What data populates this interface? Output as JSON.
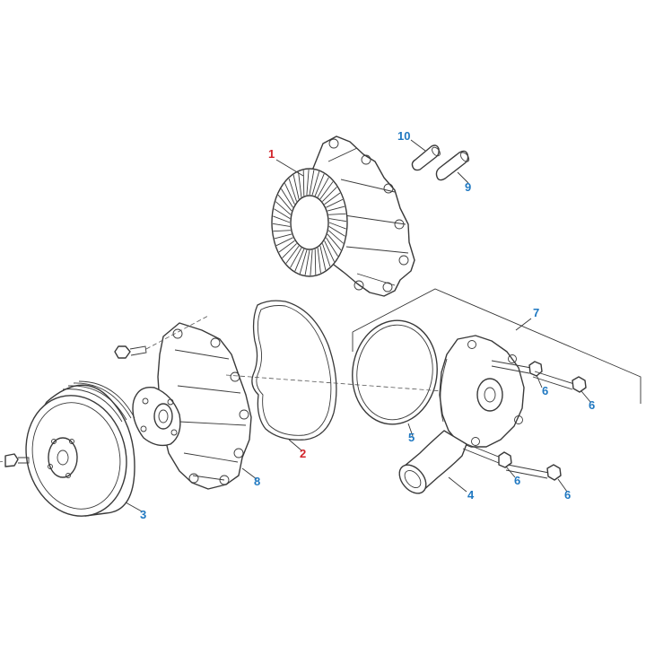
{
  "colors": {
    "primary_callout": "#d2232a",
    "secondary_callout": "#1f78c1",
    "line": "#3a3a3a"
  },
  "callouts": [
    {
      "id": "1",
      "label": "1",
      "color": "#d2232a"
    },
    {
      "id": "2",
      "label": "2",
      "color": "#d2232a"
    },
    {
      "id": "3",
      "label": "3",
      "color": "#1f78c1"
    },
    {
      "id": "4",
      "label": "4",
      "color": "#1f78c1"
    },
    {
      "id": "5",
      "label": "5",
      "color": "#1f78c1"
    },
    {
      "id": "6a",
      "label": "6",
      "color": "#1f78c1"
    },
    {
      "id": "6b",
      "label": "6",
      "color": "#1f78c1"
    },
    {
      "id": "6c",
      "label": "6",
      "color": "#1f78c1"
    },
    {
      "id": "6d",
      "label": "6",
      "color": "#1f78c1"
    },
    {
      "id": "7",
      "label": "7",
      "color": "#1f78c1"
    },
    {
      "id": "8",
      "label": "8",
      "color": "#1f78c1"
    },
    {
      "id": "9",
      "label": "9",
      "color": "#1f78c1"
    },
    {
      "id": "10",
      "label": "10",
      "color": "#1f78c1"
    }
  ]
}
